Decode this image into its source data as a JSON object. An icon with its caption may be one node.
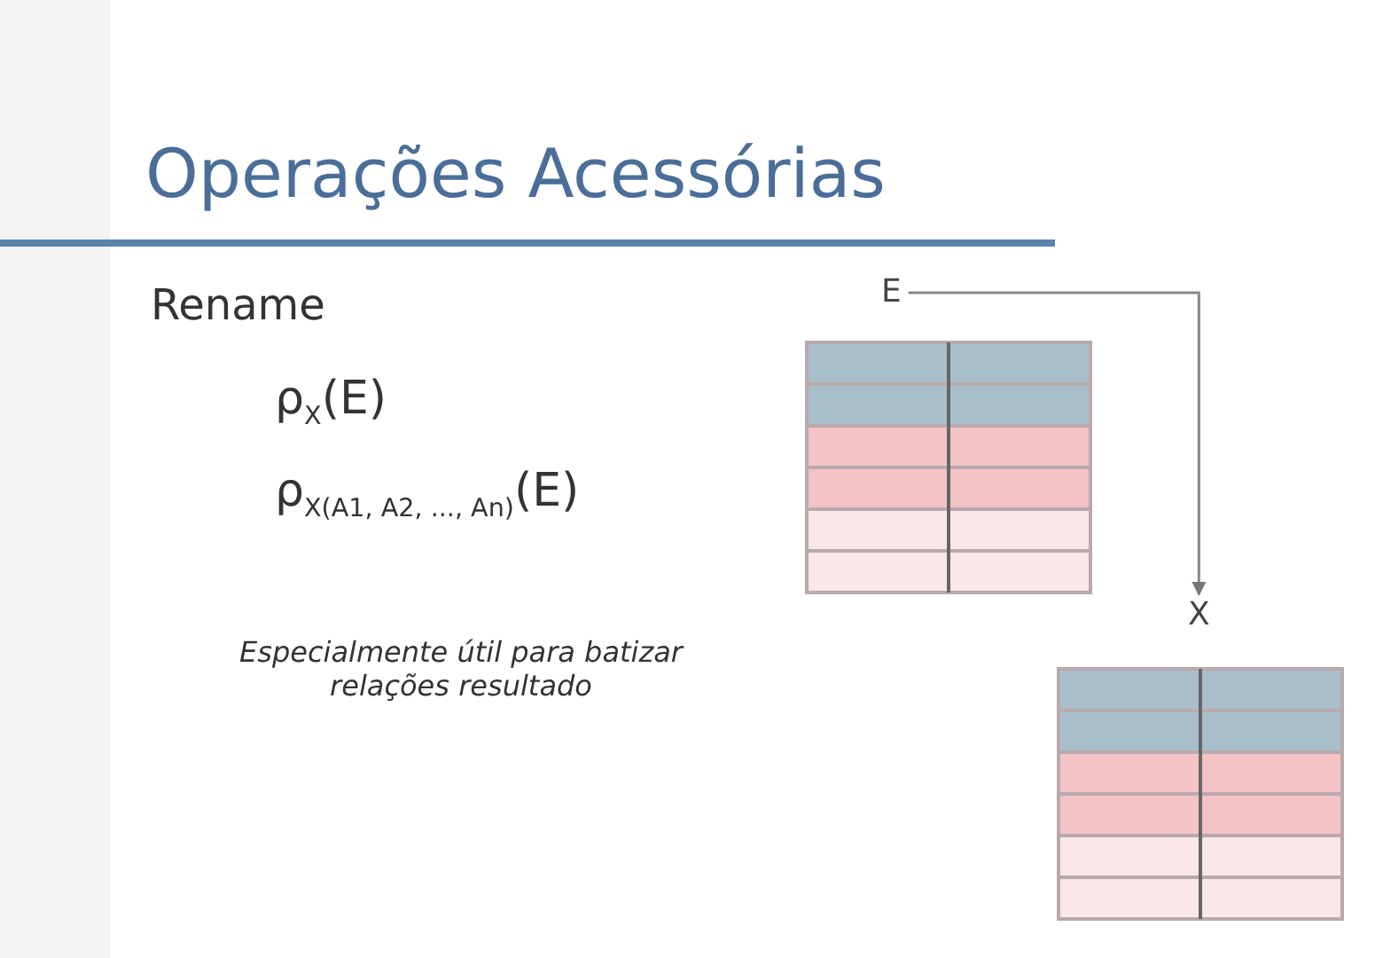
{
  "diagram": {
    "title": "Operações Acessórias",
    "nodes": [
      {
        "text": [
          "E"
        ]
      },
      {
        "text": [
          "X"
        ]
      }
    ],
    "edges": [
      {
        "from": 0,
        "to": 1,
        "arrow": "to"
      }
    ],
    "labels": [
      "Rename",
      "ρ$_{X}$(E)",
      "ρ$_{X(A1, A2, ..., An)}$(E)",
      "Especialmente útil para batizar relações resultado"
    ]
  }
}
